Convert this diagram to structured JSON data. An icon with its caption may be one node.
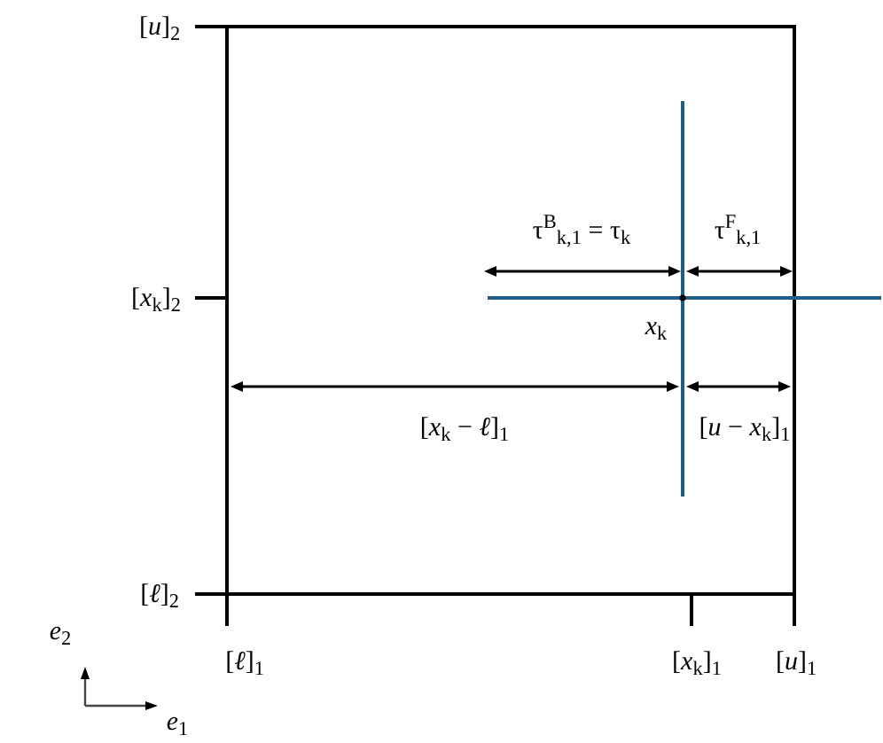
{
  "diagram": {
    "labels": [
      "[*u*]$_{2}$",
      "τ$^{B}$$_{k,1}$ = τ$_{k}$",
      "τ$^{F}$$_{k,1}$",
      "[*x*$_{k}$]$_{2}$",
      "*x*$_{k}$",
      "[*x*$_{k}$ − *ℓ*]$_{1}$",
      "[*u* − *x*$_{k}$]$_{1}$",
      "[*ℓ*]$_{2}$",
      "*e*$_{2}$",
      "[*ℓ*]$_{1}$",
      "[*x*$_{k}$]$_{1}$",
      "[*u*]$_{1}$",
      "*e*$_{1}$"
    ]
  }
}
